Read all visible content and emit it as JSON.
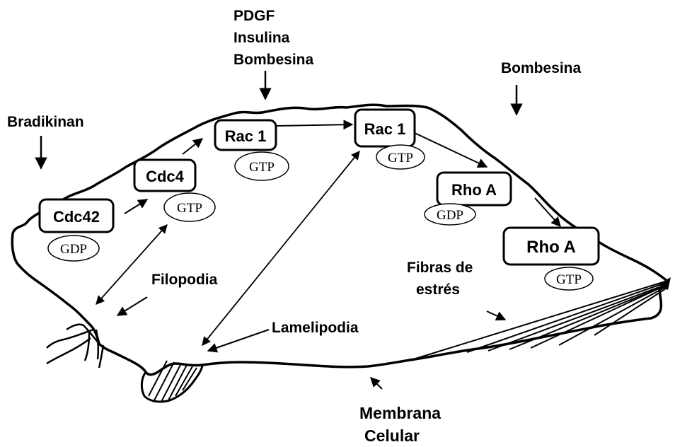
{
  "signals": {
    "top_line1": "PDGF",
    "top_line2": "Insulina",
    "top_line3": "Bombesina",
    "right": "Bombesina",
    "left": "Bradikinan"
  },
  "nodes": {
    "cdc42": "Cdc42",
    "cdc4": "Cdc4",
    "rac1_a": "Rac 1",
    "rac1_b": "Rac 1",
    "rhoa_a": "Rho A",
    "rhoa_b": "Rho A"
  },
  "nucleotides": {
    "cdc42": "GDP",
    "cdc4": "GTP",
    "rac1_a": "GTP",
    "rac1_b": "GTP",
    "rhoa_a": "GDP",
    "rhoa_b": "GTP"
  },
  "structures": {
    "filopodia": "Filopodia",
    "lamelipodia": "Lamelipodia",
    "fibras_line1": "Fibras de",
    "fibras_line2": "estrés",
    "membrana_line1": "Membrana",
    "membrana_line2": "Celular"
  }
}
